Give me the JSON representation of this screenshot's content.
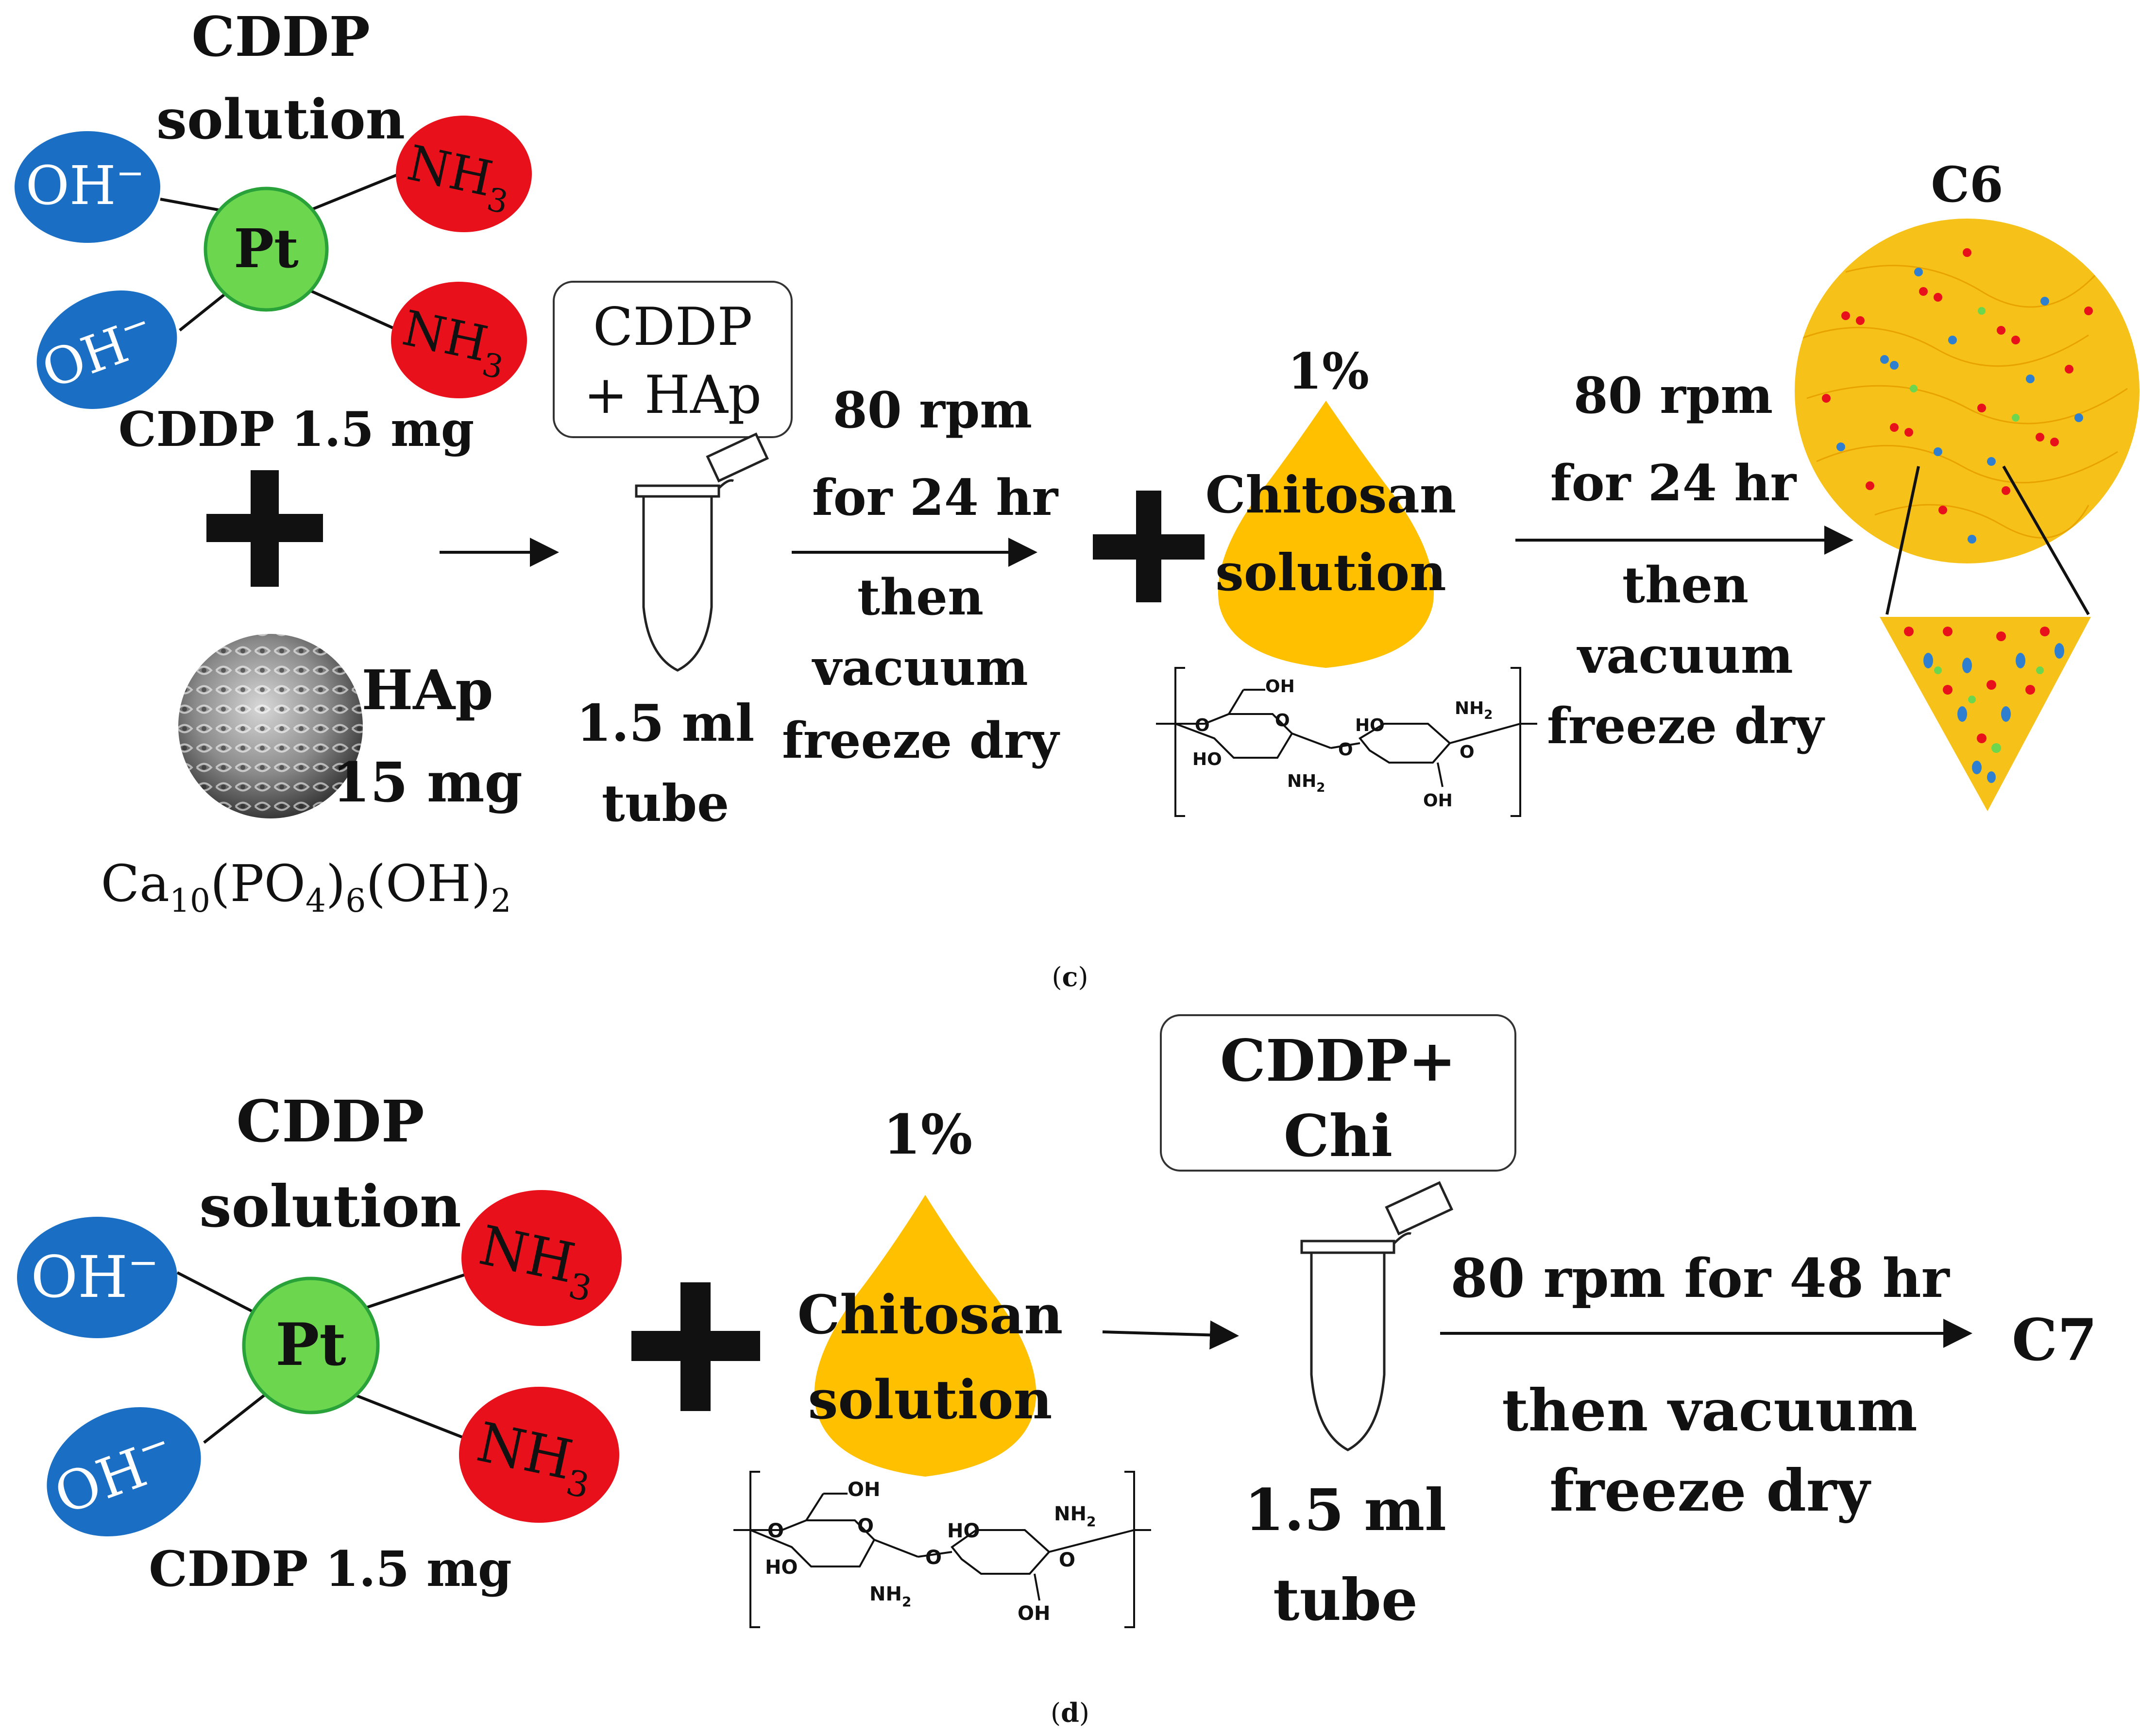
{
  "colors": {
    "hydroxide": "#1a6fc4",
    "ammonia": "#e8101a",
    "platinum": "#6dd64f",
    "platinum_border": "#2aa23a",
    "chitosan": "#ffc000",
    "text": "#111111"
  },
  "panel_c": {
    "title_line1": "CDDP",
    "title_line2": "solution",
    "pt": "Pt",
    "oh": "OH",
    "nh": "NH",
    "sub3": "3",
    "minus": "−",
    "cddp_mass": "CDDP 1.5 mg",
    "hap_label": "HAp",
    "hap_mass": "15 mg",
    "hap_formula": {
      "ca": "Ca",
      "s10": "10",
      "po": "(PO",
      "s4": "4",
      "p6": ")",
      "s6": "6",
      "oh": "(OH)",
      "s2": "2"
    },
    "box_line1": "CDDP",
    "box_line2": "+ HAp",
    "tube_line1": "1.5 ml",
    "tube_line2": "tube",
    "step1": [
      "80 rpm",
      "for 24 hr",
      "then",
      "vacuum",
      "freeze dry"
    ],
    "chitosan_pct": "1%",
    "chitosan_line1": "Chitosan",
    "chitosan_line2": "solution",
    "step2": [
      "80 rpm",
      "for 24 hr",
      "then",
      "vacuum",
      "freeze dry"
    ],
    "product": "C6",
    "caption_open": "(",
    "caption_letter": "c",
    "caption_close": ")"
  },
  "panel_d": {
    "title_line1": "CDDP",
    "title_line2": "solution",
    "pt": "Pt",
    "oh": "OH",
    "nh": "NH",
    "sub3": "3",
    "minus": "−",
    "cddp_mass": "CDDP 1.5 mg",
    "chitosan_pct": "1%",
    "chitosan_line1": "Chitosan",
    "chitosan_line2": "solution",
    "box_line1": "CDDP+",
    "box_line2": "Chi",
    "tube_line1": "1.5 ml",
    "tube_line2": "tube",
    "step": [
      "80 rpm for 48 hr",
      "then vacuum",
      "freeze dry"
    ],
    "product": "C7",
    "caption_open": "(",
    "caption_letter": "d",
    "caption_close": ")"
  },
  "chitosan_structure": {
    "oh": "OH",
    "ho": "HO",
    "nh": "NH",
    "sub2": "2",
    "o": "O"
  }
}
